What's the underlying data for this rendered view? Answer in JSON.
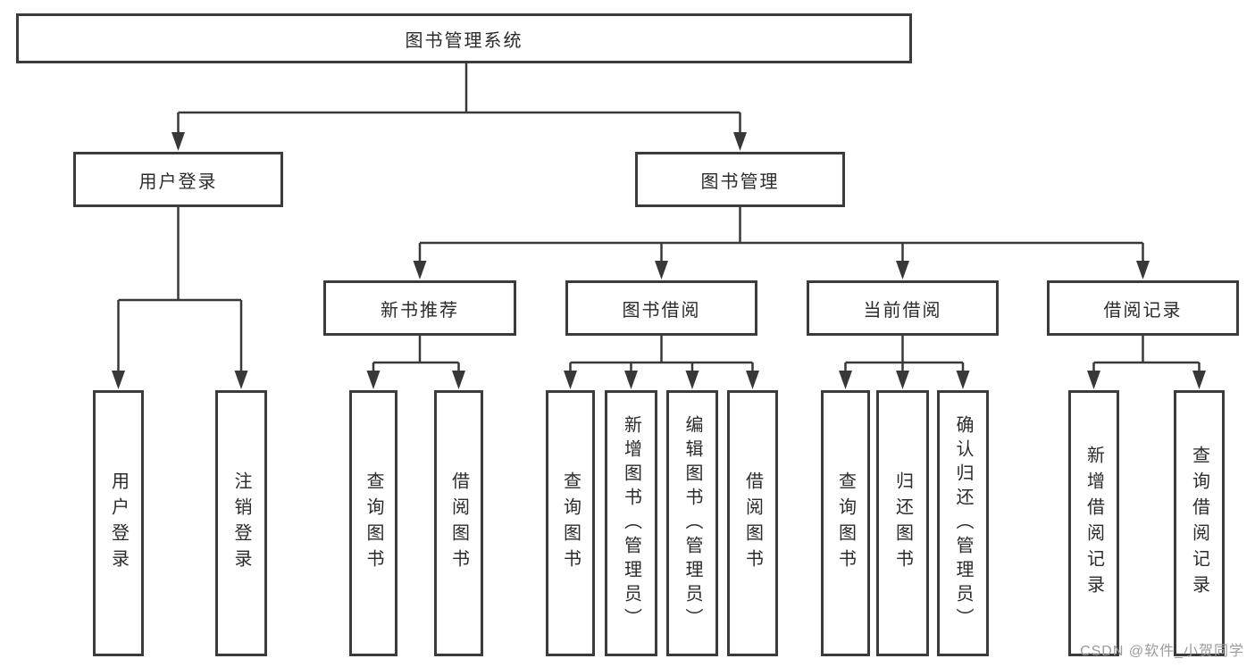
{
  "diagram_title": "图书管理系统",
  "tree": {
    "root": {
      "label": "图书管理系统",
      "children": [
        {
          "label": "用户登录",
          "children": [
            {
              "label": "用户登录"
            },
            {
              "label": "注销登录"
            }
          ]
        },
        {
          "label": "图书管理",
          "children": [
            {
              "label": "新书推荐",
              "children": [
                {
                  "label": "查询图书"
                },
                {
                  "label": "借阅图书"
                }
              ]
            },
            {
              "label": "图书借阅",
              "children": [
                {
                  "label": "查询图书"
                },
                {
                  "label": "新增图书（管理员）"
                },
                {
                  "label": "编辑图书（管理员）"
                },
                {
                  "label": "借阅图书"
                }
              ]
            },
            {
              "label": "当前借阅",
              "children": [
                {
                  "label": "查询图书"
                },
                {
                  "label": "归还图书"
                },
                {
                  "label": "确认归还（管理员）"
                }
              ]
            },
            {
              "label": "借阅记录",
              "children": [
                {
                  "label": "新增借阅记录"
                },
                {
                  "label": "查询借阅记录"
                }
              ]
            }
          ]
        }
      ]
    }
  },
  "watermark": {
    "text": "CSDN @软件_小贺同学"
  },
  "colors": {
    "line": "#383838",
    "box_border": "#3b3b3b",
    "text": "#2b2b2b",
    "watermark": "#9b9b9b",
    "background": "#ffffff"
  }
}
